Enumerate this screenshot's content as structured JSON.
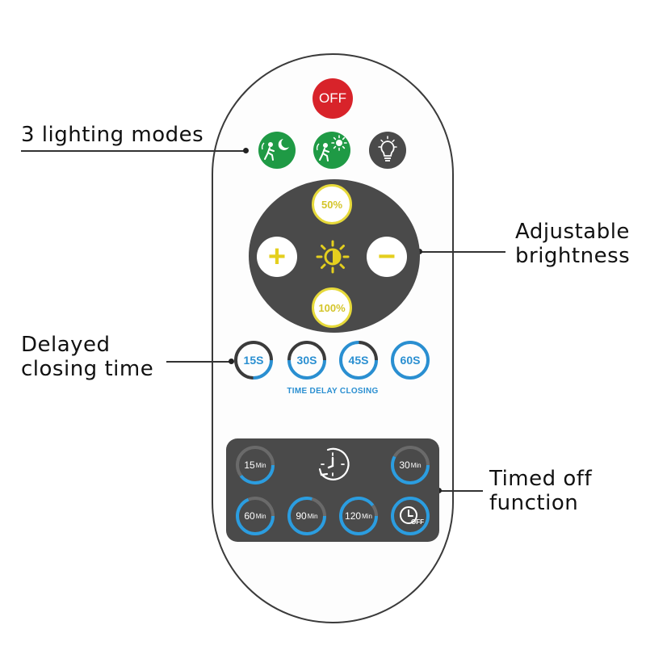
{
  "callouts": {
    "modes": "3 lighting modes",
    "brightness_1": "Adjustable",
    "brightness_2": "brightness",
    "delay_1": "Delayed",
    "delay_2": "closing time",
    "timer_1": "Timed off",
    "timer_2": "function"
  },
  "buttons": {
    "off": "OFF",
    "pct_50": "50%",
    "pct_100": "100%",
    "plus": "+",
    "minus": "−",
    "delay": [
      "15S",
      "30S",
      "45S",
      "60S"
    ],
    "delay_caption": "TIME DELAY CLOSING",
    "timer_15": "15",
    "timer_30": "30",
    "timer_60": "60",
    "timer_90": "90",
    "timer_120": "120",
    "timer_unit": "Min",
    "timer_off": "OFF"
  },
  "colors": {
    "off_red": "#d8232a",
    "mode_green": "#1f9a45",
    "panel_gray": "#4a4a4a",
    "brightness_yellow": "#e4cf1e",
    "delay_blue": "#2a8fd1",
    "timer_ring_blue": "#2b9de0"
  },
  "icons": [
    "motion-moon-icon",
    "motion-sun-icon",
    "bulb-icon",
    "sun-brightness-icon",
    "clock-rotate-icon",
    "clock-off-icon"
  ]
}
